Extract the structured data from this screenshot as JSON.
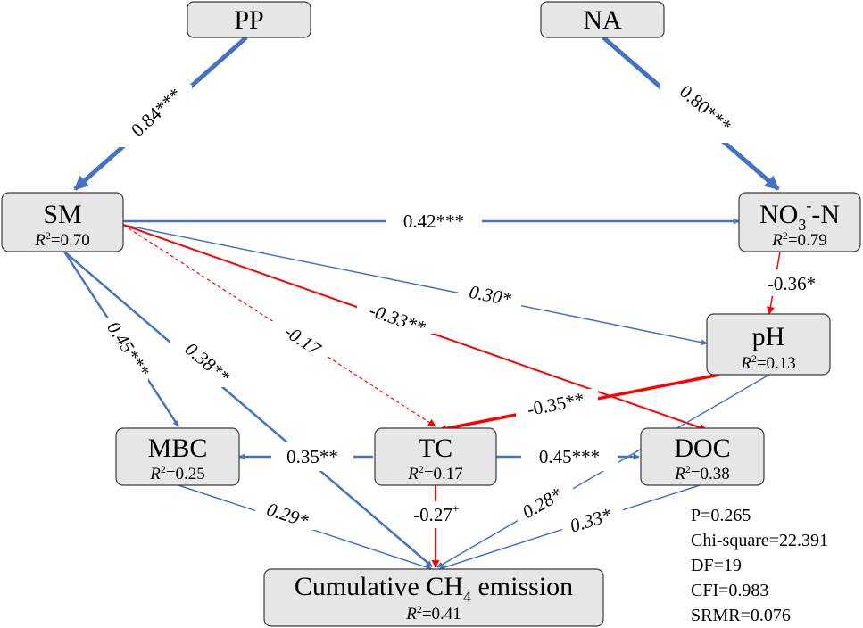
{
  "nodes": {
    "pp": {
      "label": "PP"
    },
    "na": {
      "label": "NA"
    },
    "sm": {
      "label": "SM",
      "r2": "=0.70"
    },
    "no3": {
      "label_main": "NO",
      "label_sub": "3",
      "label_sup": "-",
      "label_tail": "-N",
      "r2": "=0.79"
    },
    "ph": {
      "label": "pH",
      "r2": "=0.13"
    },
    "mbc": {
      "label": "MBC",
      "r2": "=0.25"
    },
    "tc": {
      "label": "TC",
      "r2": "=0.17"
    },
    "doc": {
      "label": "DOC",
      "r2": "=0.38"
    },
    "ch4": {
      "label_main": "Cumulative  CH",
      "label_sub": "4",
      "label_tail": " emission",
      "r2": "=0.41"
    }
  },
  "r2_symbol": "R",
  "r2_exp": "2",
  "paths": [
    {
      "id": "pp-sm",
      "coef": "0.84***",
      "sign": "positive"
    },
    {
      "id": "na-no3",
      "coef": "0.80***",
      "sign": "positive"
    },
    {
      "id": "sm-no3",
      "coef": "0.42***",
      "sign": "positive"
    },
    {
      "id": "sm-ph",
      "coef": "0.30*",
      "sign": "positive"
    },
    {
      "id": "sm-doc",
      "coef": "-0.33**",
      "sign": "negative"
    },
    {
      "id": "sm-tc",
      "coef": "-0.17",
      "sign": "negative",
      "style": "dashed"
    },
    {
      "id": "sm-mbc",
      "coef": "0.45***",
      "sign": "positive"
    },
    {
      "id": "sm-ch4",
      "coef": "0.38**",
      "sign": "positive"
    },
    {
      "id": "no3-ph",
      "coef": "-0.36*",
      "sign": "negative"
    },
    {
      "id": "ph-tc",
      "coef": "-0.35**",
      "sign": "negative"
    },
    {
      "id": "ph-ch4",
      "coef": "0.28*",
      "sign": "positive"
    },
    {
      "id": "tc-mbc",
      "coef": "0.35**",
      "sign": "positive"
    },
    {
      "id": "tc-doc",
      "coef": "0.45***",
      "sign": "positive"
    },
    {
      "id": "tc-ch4",
      "coef": "-0.27",
      "coef_sup": "+",
      "sign": "negative"
    },
    {
      "id": "mbc-ch4",
      "coef": "0.29*",
      "sign": "positive"
    },
    {
      "id": "doc-ch4",
      "coef": "0.33*",
      "sign": "positive"
    }
  ],
  "fit_stats": [
    "P=0.265",
    "Chi-square=22.391",
    "DF=19",
    "CFI=0.983",
    "SRMR=0.076"
  ],
  "colors": {
    "positive": "#4472c4",
    "negative": "#ff0000",
    "node_fill": "#e6e6e6",
    "node_border": "#3a3a3a"
  }
}
